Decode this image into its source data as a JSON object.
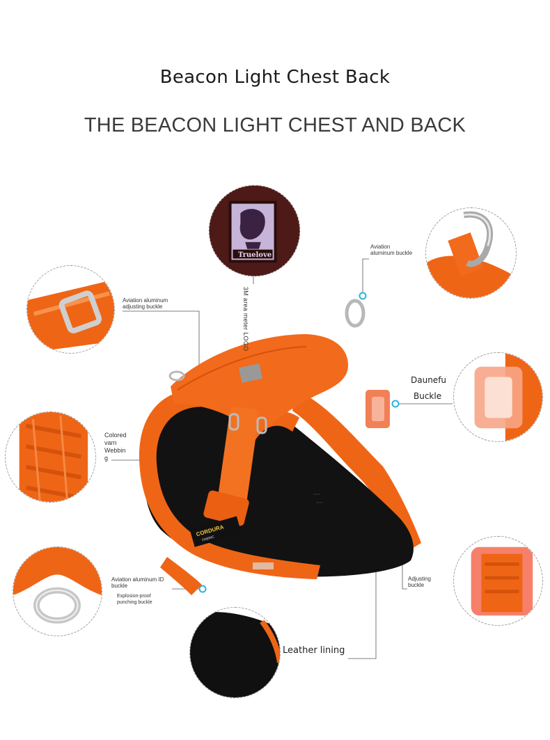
{
  "title": "Beacon Light Chest Back",
  "subtitle": "THE BEACON LIGHT CHEST AND BACK",
  "logo_text": "Truelove",
  "harness_brand": "CORDURA",
  "harness_brand_sub": "FABRIC",
  "callouts": {
    "logo": "3M area meter LOGO",
    "aviation_buckle": [
      "Aviation",
      "aluminum buckle"
    ],
    "adjusting_buckle": [
      "Aviation aluminum",
      "adjusting buckle"
    ],
    "daunefu": [
      "Daunefu",
      "Buckle"
    ],
    "webbing": [
      "Colored",
      "varn",
      "Webbin",
      "g"
    ],
    "id_buckle": [
      "Aviation aluminum ID",
      "buckle"
    ],
    "explosion": [
      "Explosion-proof",
      "punching buckle"
    ],
    "adjusting_right": [
      "Adjusting",
      "buckle"
    ],
    "leather": "Leather lining"
  },
  "colors": {
    "orange": "#f26a1b",
    "orange_dark": "#d4520c",
    "black": "#111111",
    "dot": "#2bb3d9"
  }
}
